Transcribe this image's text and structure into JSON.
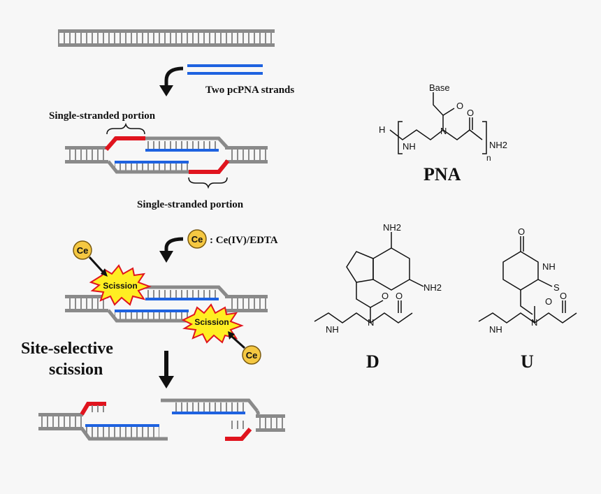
{
  "labels": {
    "two_strands": "Two pcPNA strands",
    "single_stranded_top": "Single-stranded portion",
    "single_stranded_bottom": "Single-stranded portion",
    "ce_reagent": ": Ce(IV)/EDTA",
    "site_selective_line1": "Site-selective",
    "site_selective_line2": "scission",
    "ce": "Ce",
    "scission": "Scission"
  },
  "chemistry": {
    "pna": {
      "title": "PNA",
      "base": "Base",
      "h": "H",
      "n_atom": "N",
      "nh2": "NH2",
      "n_sub": "n",
      "o": "O"
    },
    "d": {
      "title": "D",
      "nh2_top": "NH2",
      "nh2_right": "NH2",
      "nh": "NH",
      "n": "N",
      "o": "O"
    },
    "u": {
      "title": "U",
      "o_top": "O",
      "nh": "NH",
      "s": "S",
      "n": "N",
      "nh_bottom": "NH",
      "o": "O"
    }
  },
  "colors": {
    "dna": "#8a8a8a",
    "pna": "#1e62e0",
    "single_strand": "#e0141e",
    "ce_fill": "#f5c842",
    "burst": "#ffee22",
    "burst_edge": "#e0141e"
  }
}
